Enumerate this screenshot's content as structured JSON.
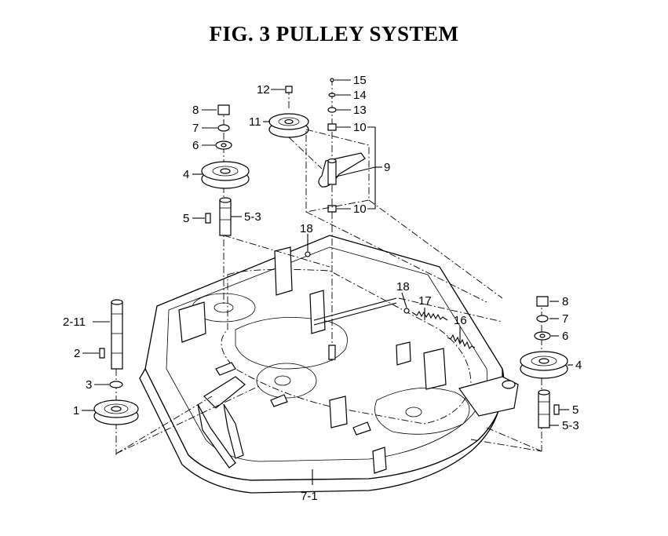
{
  "title": "FIG. 3  PULLEY SYSTEM",
  "labels": {
    "p1": "1",
    "p2": "2",
    "p2_11": "2-11",
    "p3": "3",
    "p4_left": "4",
    "p4_right": "4",
    "p5_left": "5",
    "p5_right": "5",
    "p5_3_left": "5-3",
    "p5_3_right": "5-3",
    "p6_left": "6",
    "p6_right": "6",
    "p7_left": "7",
    "p7_right": "7",
    "p7_1": "7-1",
    "p8_left": "8",
    "p8_right": "8",
    "p9": "9",
    "p10_top": "10",
    "p10_bottom": "10",
    "p11": "11",
    "p12": "12",
    "p13": "13",
    "p14": "14",
    "p15": "15",
    "p16": "16",
    "p17": "17",
    "p18_left": "18",
    "p18_right": "18"
  }
}
